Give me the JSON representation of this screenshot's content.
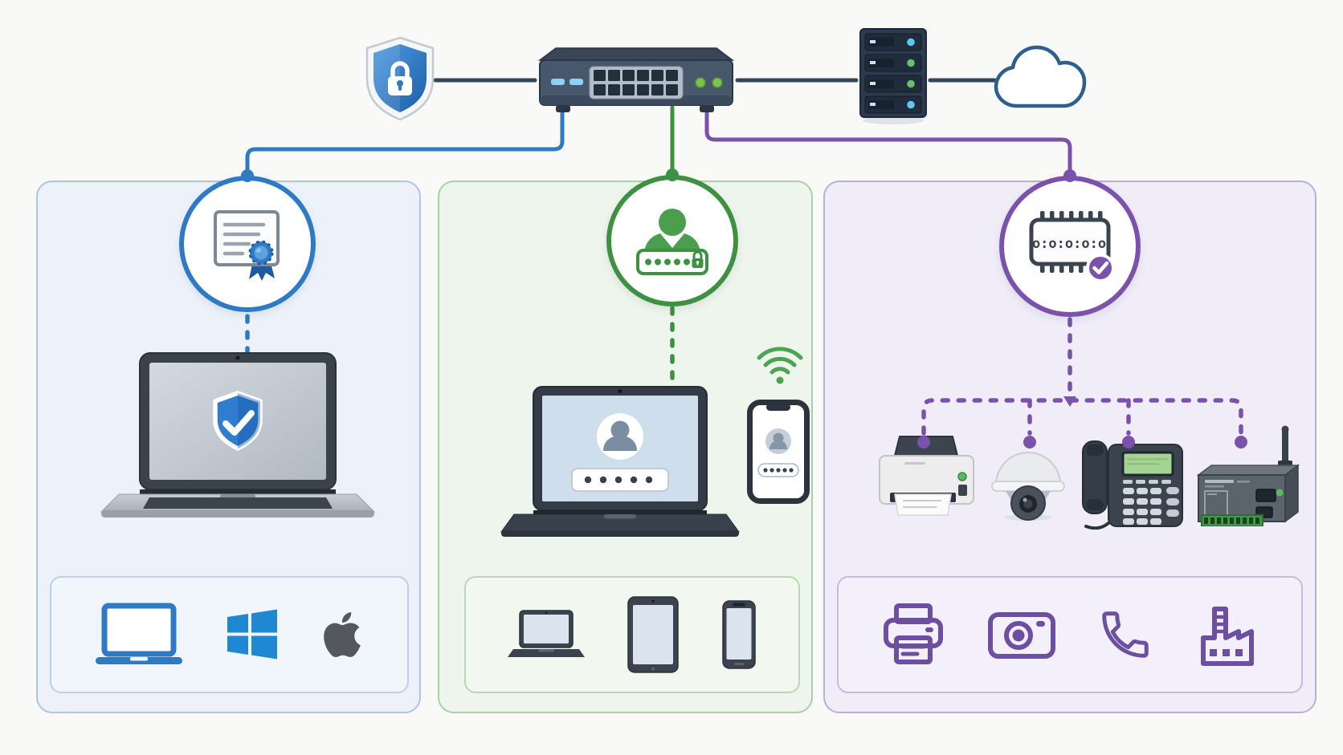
{
  "diagram": {
    "kind": "network-access-control-illustration",
    "topology": {
      "nodes": [
        "shield-lock",
        "network-switch",
        "server-rack",
        "cloud"
      ],
      "switch_ports": 12,
      "switch_port_rows": 2,
      "switch_status_leds": 2,
      "rack_units": 4,
      "rack_led_colors": [
        "blue",
        "green",
        "green",
        "blue"
      ],
      "connections": [
        {
          "from": "shield-lock",
          "to": "network-switch",
          "style": "solid",
          "color": "#33475c"
        },
        {
          "from": "network-switch",
          "to": "server-rack",
          "style": "solid",
          "color": "#33475c"
        },
        {
          "from": "server-rack",
          "to": "cloud",
          "style": "solid",
          "color": "#33475c"
        },
        {
          "from": "network-switch",
          "to": "certificate-badge",
          "style": "solid",
          "color": "#2e7bc4"
        },
        {
          "from": "network-switch",
          "to": "credentials-badge",
          "style": "solid",
          "color": "#3f9142"
        },
        {
          "from": "network-switch",
          "to": "mac-badge",
          "style": "solid",
          "color": "#7a52ab"
        }
      ]
    },
    "columns": [
      {
        "id": "certificate-auth",
        "accent_color": "#2e7bc4",
        "badge_icon": "certificate-icon",
        "devices": [
          "laptop-with-shield-check"
        ],
        "footer_icons": [
          "laptop-outline-icon",
          "windows-logo",
          "apple-logo"
        ]
      },
      {
        "id": "user-credential-auth",
        "accent_color": "#3f9142",
        "badge_icon": "user-password-icon",
        "devices": [
          "laptop-login-screen",
          "smartphone-with-wifi"
        ],
        "footer_icons": [
          "mini-laptop-icon",
          "tablet-icon",
          "smartphone-icon"
        ]
      },
      {
        "id": "mac-address-auth",
        "accent_color": "#7a52ab",
        "badge_icon": "mac-chip-icon",
        "badge_text": "o:o:o:o:o",
        "devices": [
          "printer",
          "dome-camera",
          "ip-desk-phone",
          "industrial-gateway"
        ],
        "footer_icons": [
          "printer-outline-icon",
          "camera-outline-icon",
          "phone-handset-icon",
          "factory-icon"
        ]
      }
    ]
  },
  "colors": {
    "canvas_bg": "#f9f9f7",
    "navy": "#33475c",
    "blue": "#2e7bc4",
    "blue_deep": "#1d5a9e",
    "green": "#3f9142",
    "green_soft": "#4a9e4d",
    "purple": "#7a52ab",
    "icon_purple": "#6d4fa1",
    "win_blue": "#1e88d2",
    "apple_gray": "#54585e",
    "slate": "#3a434e",
    "screen_blue": "#cfdeed",
    "led_blue": "#8fd0f4",
    "led_green": "#7ec24d",
    "lcd_green": "#a6d293",
    "terminal_green": "#3f9a47",
    "panel_blue_bg": "#edf2fa",
    "panel_blue_border": "#abc5e6",
    "panel_green_bg": "#eef5ec",
    "panel_green_border": "#abcfa6",
    "panel_purple_bg": "#f0edf9",
    "panel_purple_border": "#b9addd",
    "footer_blue_bg": "#f1f5fc",
    "footer_blue_border": "#bccfeb",
    "footer_green_bg": "#f2f8f0",
    "footer_green_border": "#bbd8b5",
    "footer_purple_bg": "#f3f0fb",
    "footer_purple_border": "#c7bbe0"
  }
}
